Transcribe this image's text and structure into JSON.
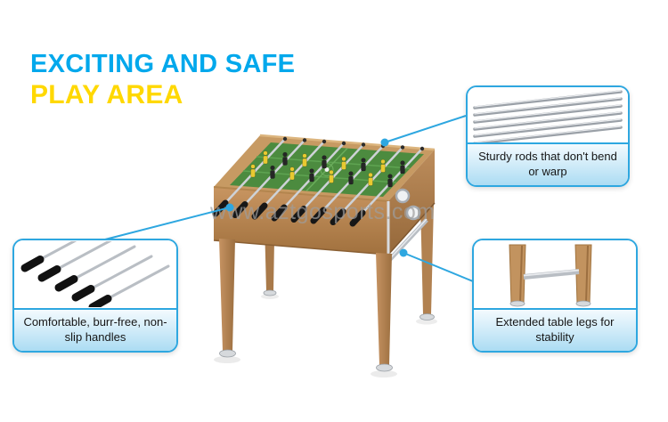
{
  "header": {
    "title_line1": "EXCITING AND SAFE",
    "title_line2": "PLAY AREA"
  },
  "watermark": "www.aztgosports.com",
  "callouts": {
    "rods": {
      "caption": "Sturdy rods that don't bend or warp"
    },
    "handles": {
      "caption": "Comfortable, burr-free, non-slip handles"
    },
    "legs": {
      "caption": "Extended table legs for stability"
    }
  },
  "colors": {
    "title_blue": "#00a8ec",
    "title_yellow": "#ffd800",
    "accent_blue": "#2ea7e0"
  }
}
